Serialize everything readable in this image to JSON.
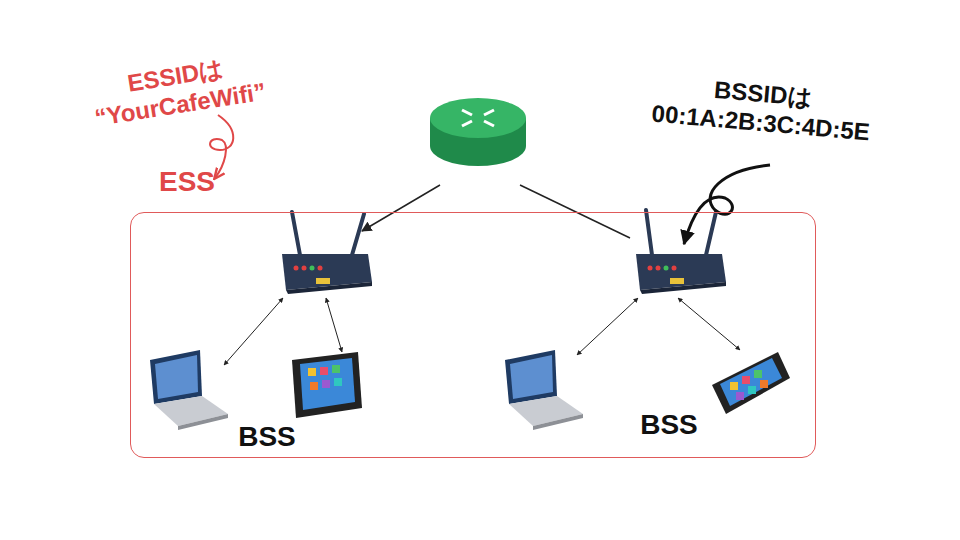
{
  "diagram": {
    "nodes": [
      {
        "text": [
          "ESS"
        ]
      }
    ],
    "labels": [
      "ESSIDは “YourCafeWifi”",
      "BSSIDは 00:1A:2B:3C:4D:5E",
      "BSS",
      "BSS"
    ]
  }
}
